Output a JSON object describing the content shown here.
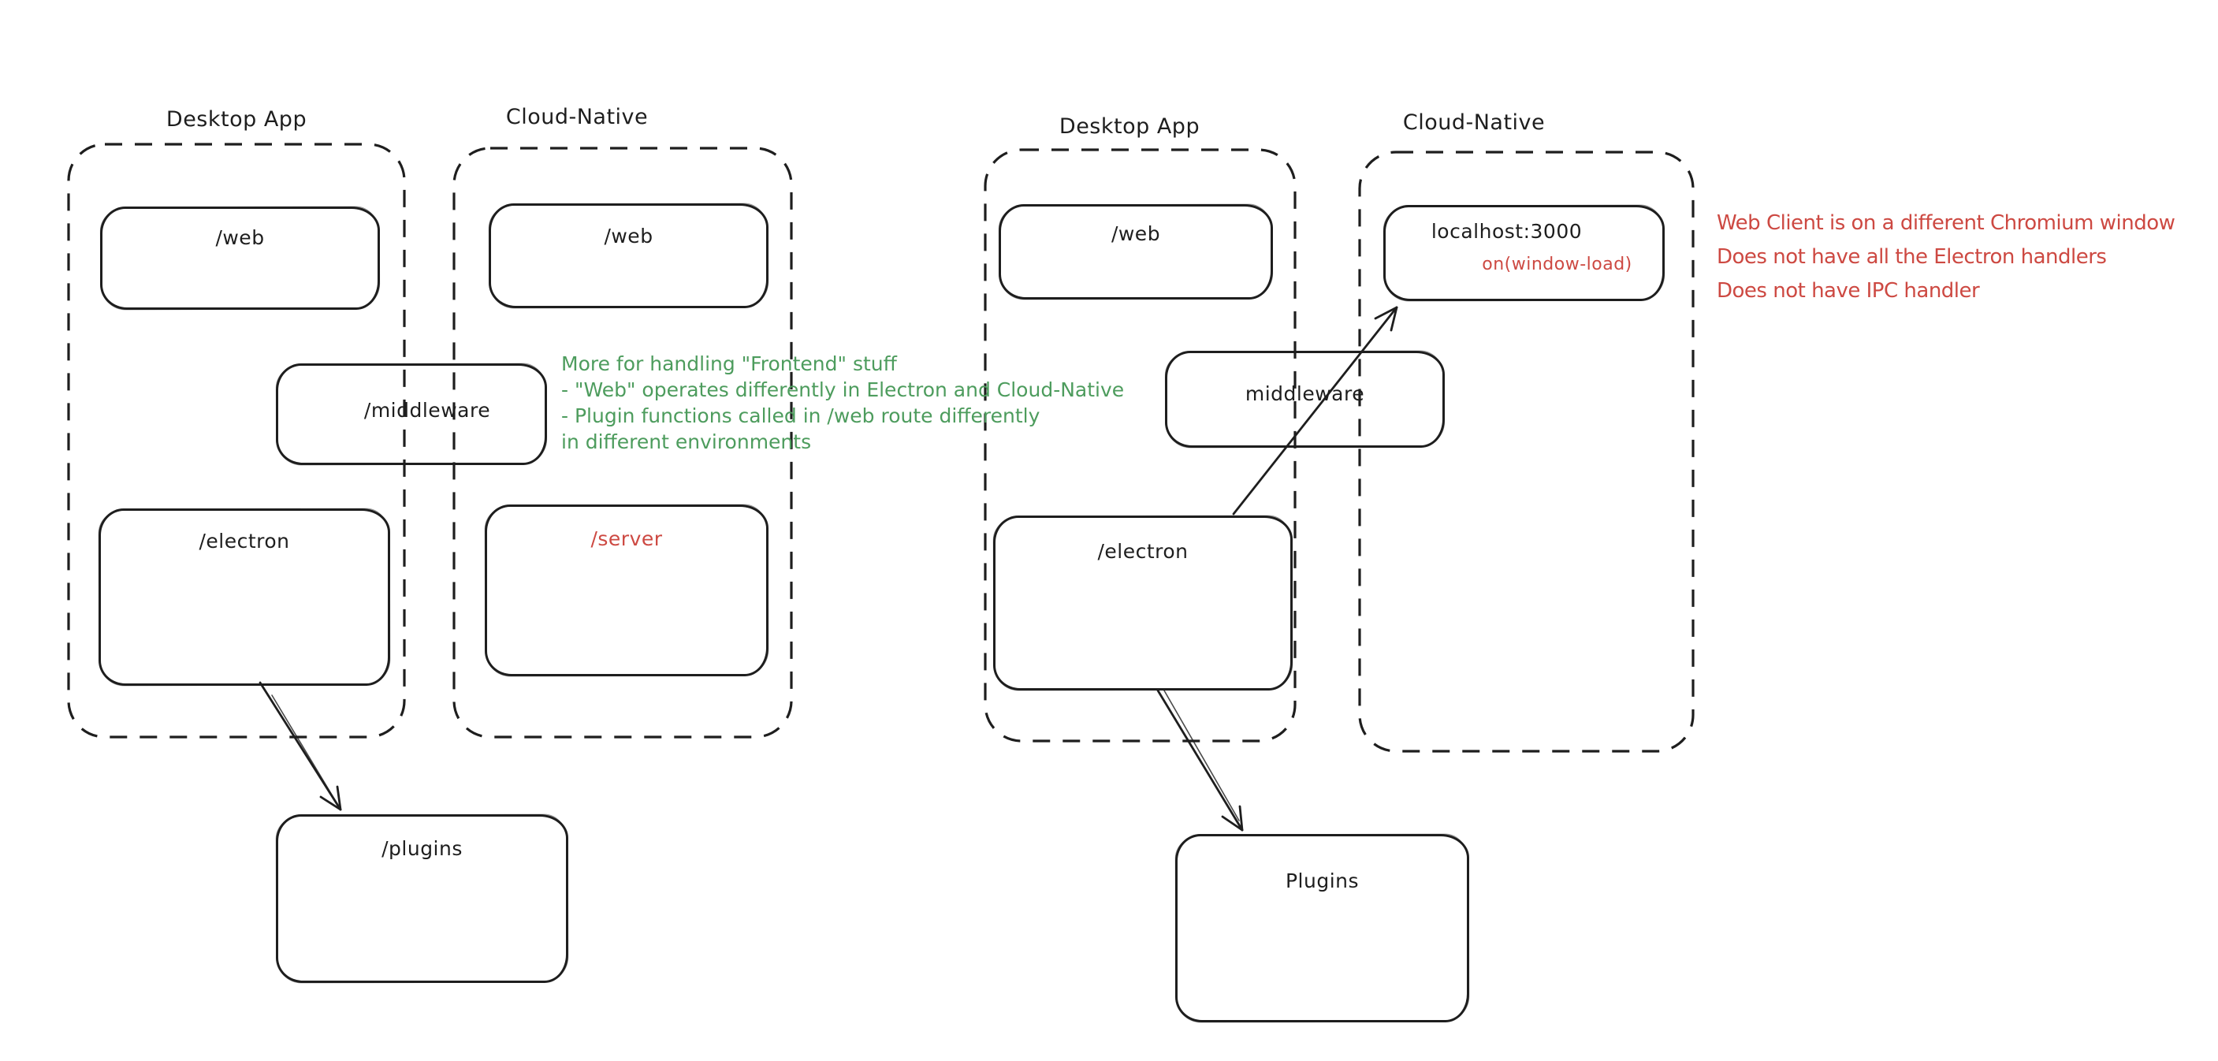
{
  "canvas": {
    "background": "#ffffff",
    "ink": "#1e1e1e",
    "red_accent": "#cd4942",
    "green_accent": "#4d9c5d"
  },
  "left_diagram": {
    "desktop_group_title": "Desktop App",
    "cloud_group_title": "Cloud-Native",
    "boxes": {
      "web_desktop": "/web",
      "web_cloud": "/web",
      "middleware": "/middleware",
      "electron": "/electron",
      "server": "/server",
      "plugins": "/plugins"
    },
    "note_green": {
      "lines": [
        "More for handling \"Frontend\" stuff",
        "- \"Web\" operates differently in Electron and Cloud-Native",
        "- Plugin functions called in /web route differently",
        "in different environments"
      ]
    }
  },
  "right_diagram": {
    "desktop_group_title": "Desktop App",
    "cloud_group_title": "Cloud-Native",
    "boxes": {
      "web_desktop": "/web",
      "middleware": "middleware",
      "electron": "/electron",
      "localhost": "localhost:3000",
      "localhost_event": "on(window-load)",
      "plugins": "Plugins"
    },
    "note_red": {
      "lines": [
        "Web Client is on a different Chromium window",
        "Does not have all the Electron handlers",
        "Does not have IPC handler"
      ]
    }
  }
}
